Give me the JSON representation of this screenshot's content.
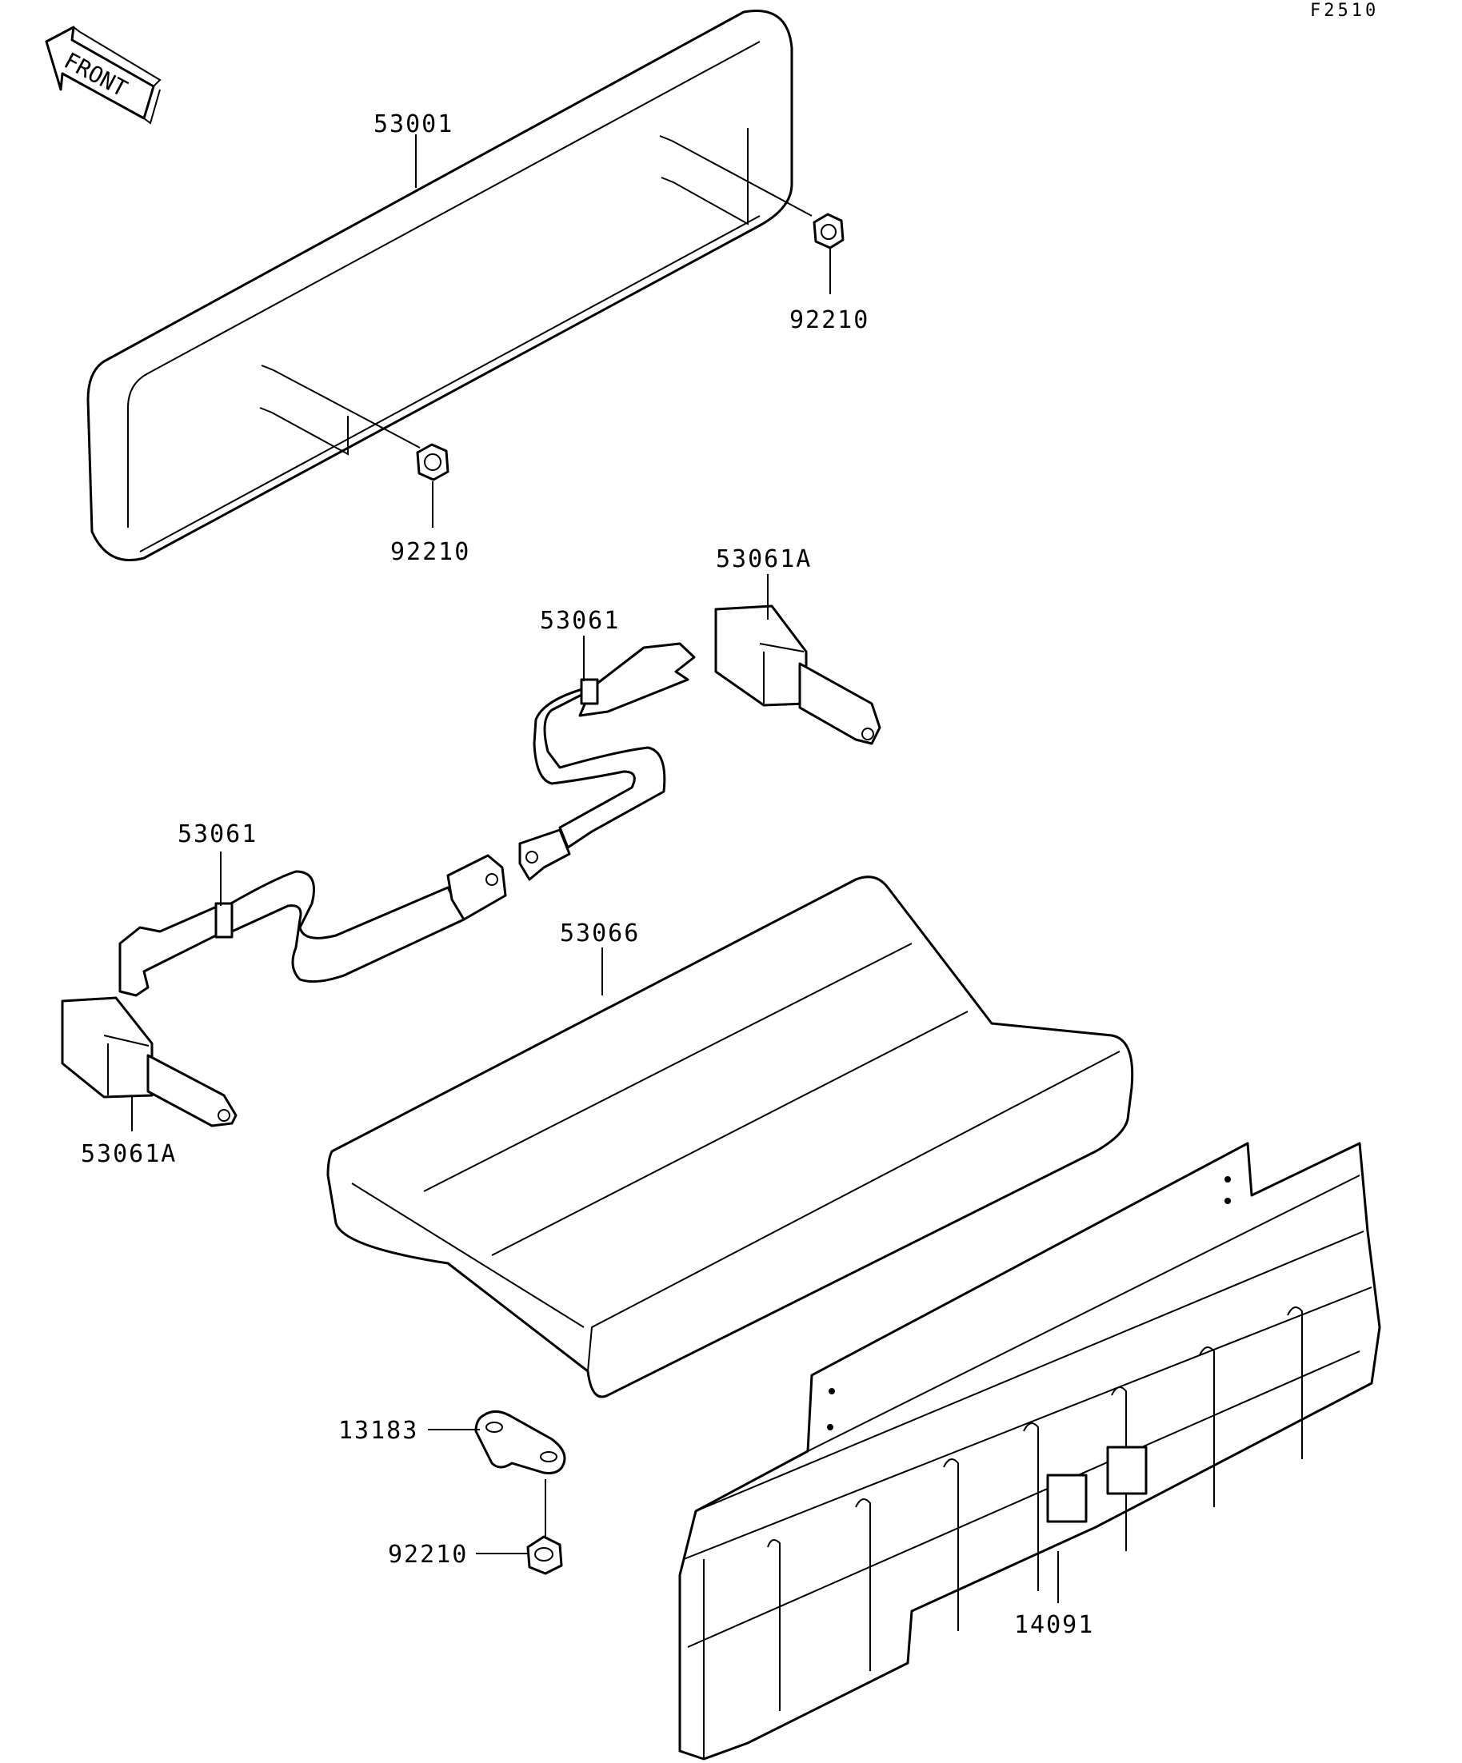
{
  "figure_id": "F2510",
  "front_label": "FRONT",
  "parts": {
    "backrest": "53001",
    "nut_top_right": "92210",
    "nut_top_left": "92210",
    "belt_right_buckle": "53061A",
    "belt_right": "53061",
    "belt_left": "53061",
    "belt_left_buckle": "53061A",
    "seat_cushion": "53066",
    "bracket": "13183",
    "nut_bottom": "92210",
    "guard_panel": "14091"
  }
}
